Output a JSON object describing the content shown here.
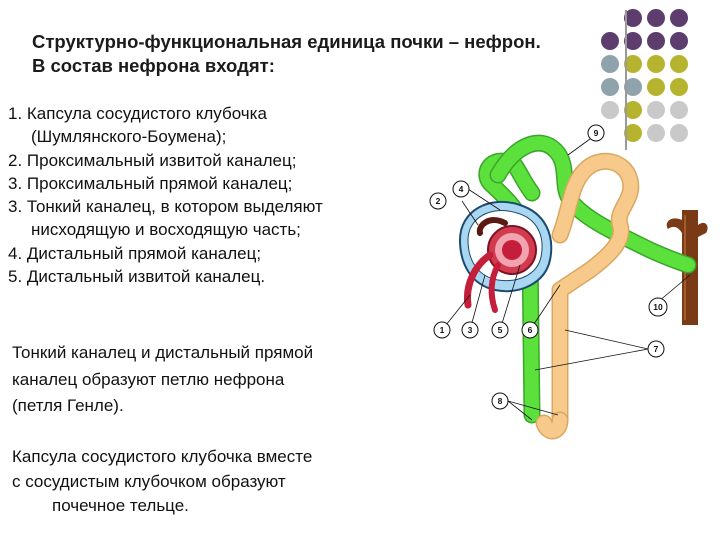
{
  "title_lines": [
    "Структурно-функциональная единица почки – нефрон.",
    "В состав нефрона входят:"
  ],
  "list_lines": [
    "1. Капсула сосудистого клубочка",
    "(Шумлянского-Боумена);",
    "2. Проксимальный извитой каналец;",
    "3. Проксимальный прямой каналец;",
    "3. Тонкий каналец, в котором выделяют",
    "нисходящую и восходящую часть;",
    "4. Дистальный прямой каналец;",
    "5. Дистальный извитой каналец."
  ],
  "paragraph1": [
    "Тонкий каналец и дистальный прямой",
    "каналец образуют петлю нефрона",
    "(петля Генле)."
  ],
  "paragraph2": [
    "Капсула сосудистого клубочка вместе",
    "с сосудистым клубочком образуют",
    "почечное  тельце."
  ],
  "diagram_numbers": [
    "1",
    "2",
    "3",
    "4",
    "5",
    "6",
    "7",
    "8",
    "9",
    "10"
  ],
  "colors": {
    "purple": "#5d3d6e",
    "gray_blue": "#8fa3ad",
    "olive": "#b6b42e",
    "light_gray": "#c9c9c9",
    "green_tubule": "#5be03c",
    "beige_tubule": "#f7c98a",
    "blood_red": "#c41e3a",
    "capsule_blue": "#a9d6f0",
    "duct_brown": "#7a3a16"
  }
}
